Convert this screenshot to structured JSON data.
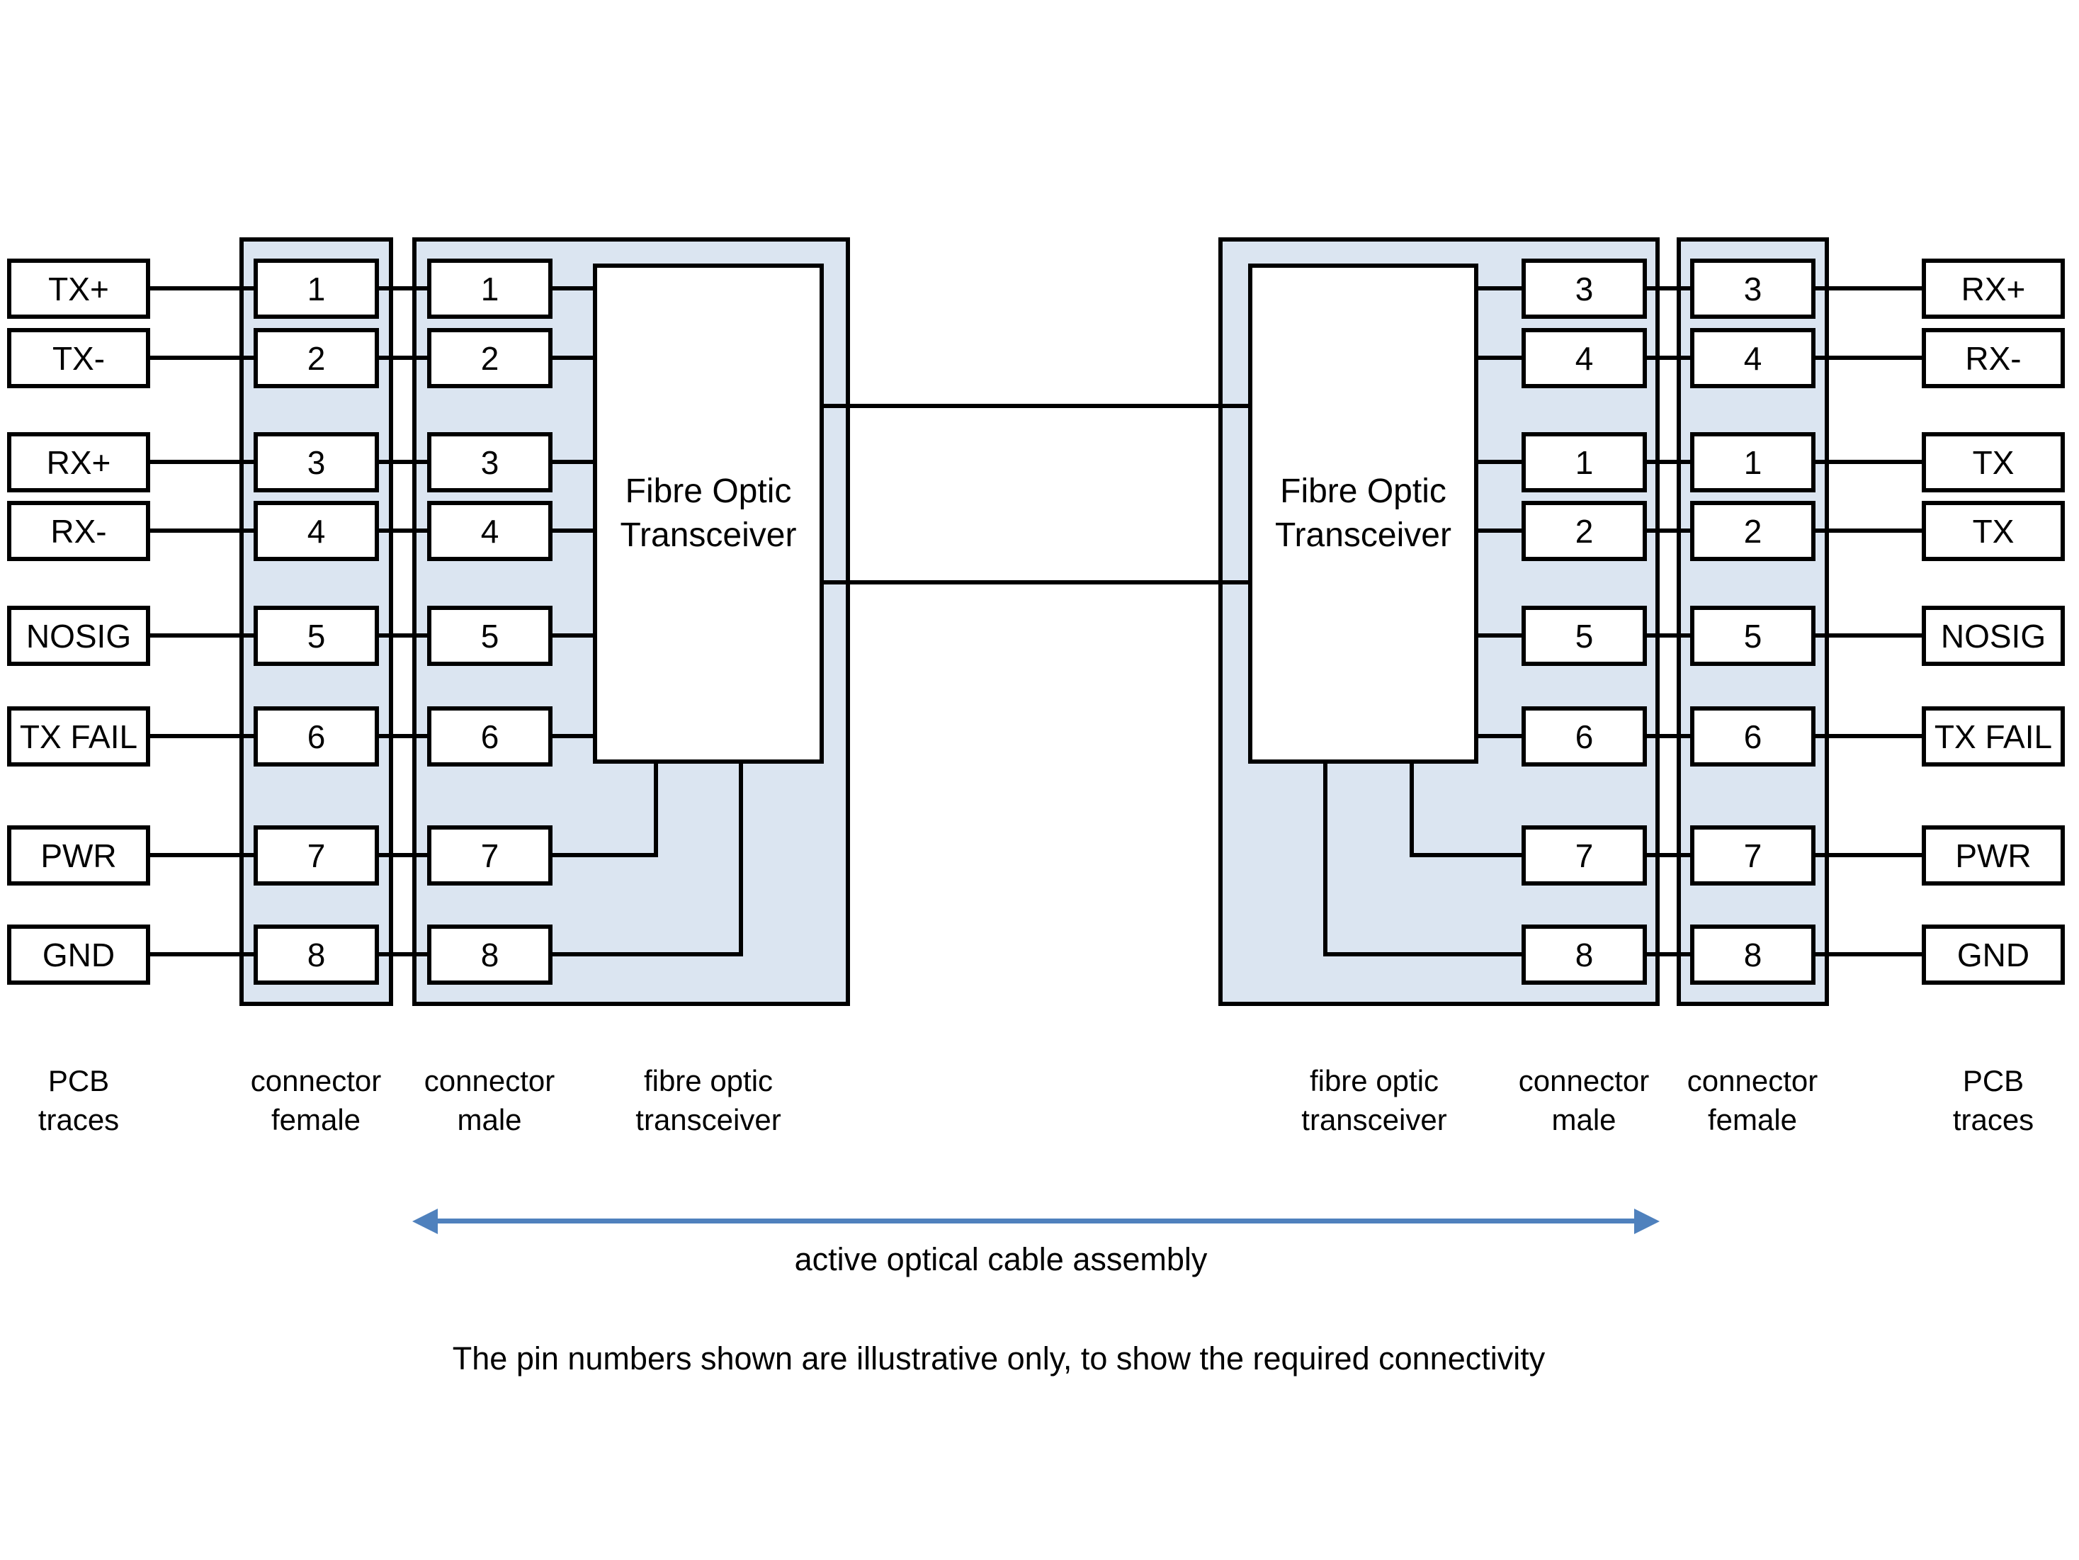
{
  "transceiver": {
    "line1": "Fibre Optic",
    "line2": "Transceiver"
  },
  "left": {
    "pcb_labels": [
      "TX+",
      "TX-",
      "RX+",
      "RX-",
      "NOSIG",
      "TX FAIL",
      "PWR",
      "GND"
    ],
    "female_pins": [
      "1",
      "2",
      "3",
      "4",
      "5",
      "6",
      "7",
      "8"
    ],
    "male_pins": [
      "1",
      "2",
      "3",
      "4",
      "5",
      "6",
      "7",
      "8"
    ]
  },
  "right": {
    "male_pins": [
      "3",
      "4",
      "1",
      "2",
      "5",
      "6",
      "7",
      "8"
    ],
    "female_pins": [
      "3",
      "4",
      "1",
      "2",
      "5",
      "6",
      "7",
      "8"
    ],
    "pcb_labels": [
      "RX+",
      "RX-",
      "TX",
      "TX",
      "NOSIG",
      "TX FAIL",
      "PWR",
      "GND"
    ]
  },
  "footer_labels": [
    {
      "line1": "PCB",
      "line2": "traces"
    },
    {
      "line1": "connector",
      "line2": "female"
    },
    {
      "line1": "connector",
      "line2": "male"
    },
    {
      "line1": "fibre optic",
      "line2": "transceiver"
    },
    {
      "line1": "fibre optic",
      "line2": "transceiver"
    },
    {
      "line1": "connector",
      "line2": "male"
    },
    {
      "line1": "connector",
      "line2": "female"
    },
    {
      "line1": "PCB",
      "line2": "traces"
    }
  ],
  "arrow_caption": "active optical cable assembly",
  "note": "The pin numbers shown are illustrative only, to show the required connectivity",
  "colors": {
    "panel_fill": "#dbe5f1",
    "line": "#000000",
    "arrow": "#4f81bd",
    "background": "#ffffff"
  }
}
